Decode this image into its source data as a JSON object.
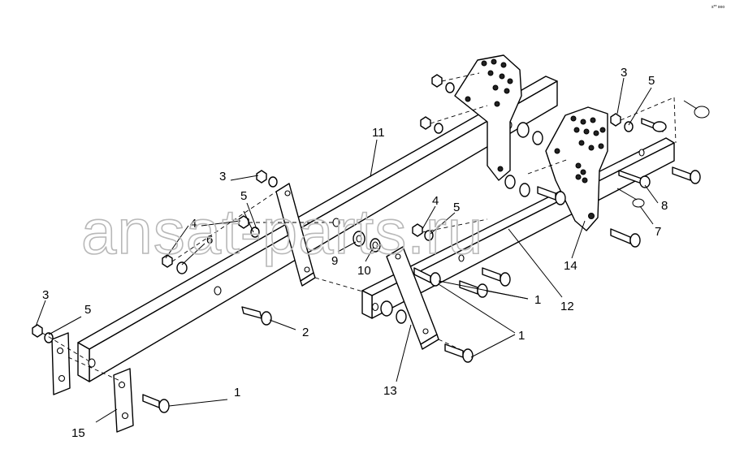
{
  "watermark": "ansat-parts.ru",
  "corner_mark": "s** ooo",
  "callouts": {
    "c1a": "1",
    "c1b": "1",
    "c1c": "1",
    "c2": "2",
    "c3a": "3",
    "c3b": "3",
    "c3c": "3",
    "c4a": "4",
    "c4b": "4",
    "c5a": "5",
    "c5b": "5",
    "c5c": "5",
    "c5d": "5",
    "c6": "6",
    "c7": "7",
    "c8": "8",
    "c9": "9",
    "c10": "10",
    "c11": "11",
    "c12": "12",
    "c13": "13",
    "c14": "14",
    "c15": "15"
  }
}
